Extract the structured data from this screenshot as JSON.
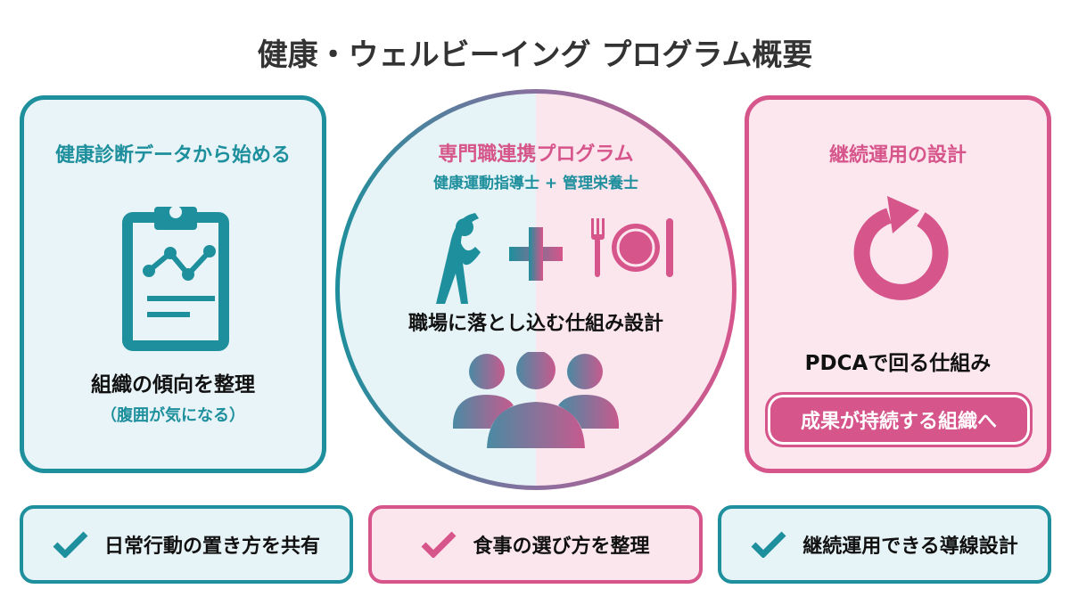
{
  "title": "健康・ウェルビーイング プログラム概要",
  "colors": {
    "teal": "#1e8f9c",
    "pink": "#d6558b"
  },
  "left_card": {
    "title": "健康診断データから始める",
    "icon": "clipboard-chart-icon",
    "heading": "組織の傾向を整理",
    "note": "（腹囲が気になる）"
  },
  "center": {
    "title": "専門職連携プログラム",
    "subtitle": "健康運動指導士 + 管理栄養士",
    "icons": [
      "stretching-person-icon",
      "plus-icon",
      "fork-plate-knife-icon",
      "group-icon"
    ],
    "heading": "職場に落とし込む仕組み設計"
  },
  "right_card": {
    "title": "継続運用の設計",
    "icon": "cycle-arrow-icon",
    "heading": "PDCAで回る仕組み",
    "button": "成果が持続する組織へ"
  },
  "bottom": [
    {
      "label": "日常行動の置き方を共有",
      "icon": "check-icon"
    },
    {
      "label": "食事の選び方を整理",
      "icon": "check-icon"
    },
    {
      "label": "継続運用できる導線設計",
      "icon": "check-icon"
    }
  ]
}
